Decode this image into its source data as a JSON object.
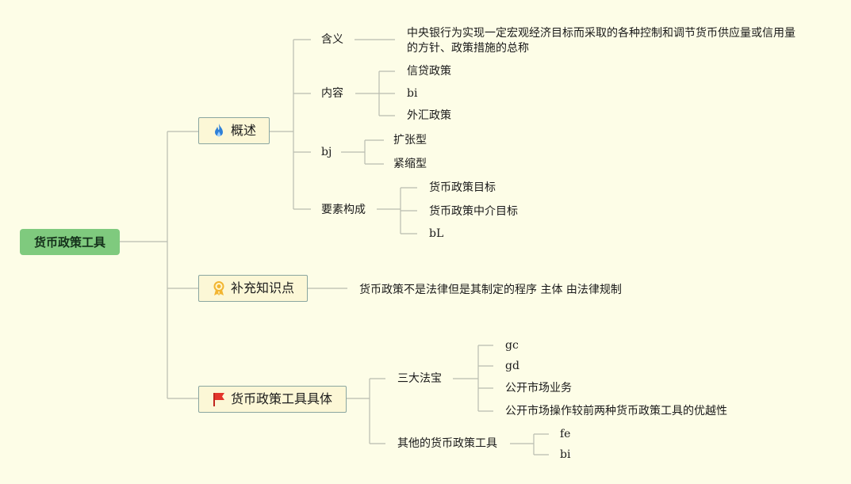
{
  "root": {
    "label": "货币政策工具"
  },
  "topics": [
    {
      "label": "概述",
      "icon": "flame-icon",
      "children": [
        {
          "label": "含义",
          "children": [
            "中央银行为实现一定宏观经济目标而采取的各种控制和调节货币供应量或信用量的方针、政策措施的总称"
          ]
        },
        {
          "label": "内容",
          "children": [
            "信贷政策",
            "bi",
            "外汇政策"
          ]
        },
        {
          "label": "bj",
          "children": [
            "扩张型",
            "紧缩型"
          ]
        },
        {
          "label": "要素构成",
          "children": [
            "货币政策目标",
            "货币政策中介目标",
            "bL"
          ]
        }
      ]
    },
    {
      "label": "补充知识点",
      "icon": "award-ribbon-icon",
      "children": [
        {
          "label": "货币政策不是法律但是其制定的程序 主体 由法律规制"
        }
      ]
    },
    {
      "label": "货币政策工具具体",
      "icon": "red-flag-icon",
      "children": [
        {
          "label": "三大法宝",
          "children": [
            "gc",
            "gd",
            "公开市场业务",
            "公开市场操作较前两种货币政策工具的优越性"
          ]
        },
        {
          "label": "其他的货币政策工具",
          "children": [
            "fe",
            "bi"
          ]
        }
      ]
    }
  ],
  "colors": {
    "background": "#fdfde7",
    "root_fill": "#7fca7e",
    "topic_fill": "#fcf7d6",
    "topic_border": "#8aa6a0",
    "connector": "#b9bdb0",
    "flame": "#2f80d8",
    "ribbon": "#f2b531",
    "flag": "#e3352b"
  }
}
